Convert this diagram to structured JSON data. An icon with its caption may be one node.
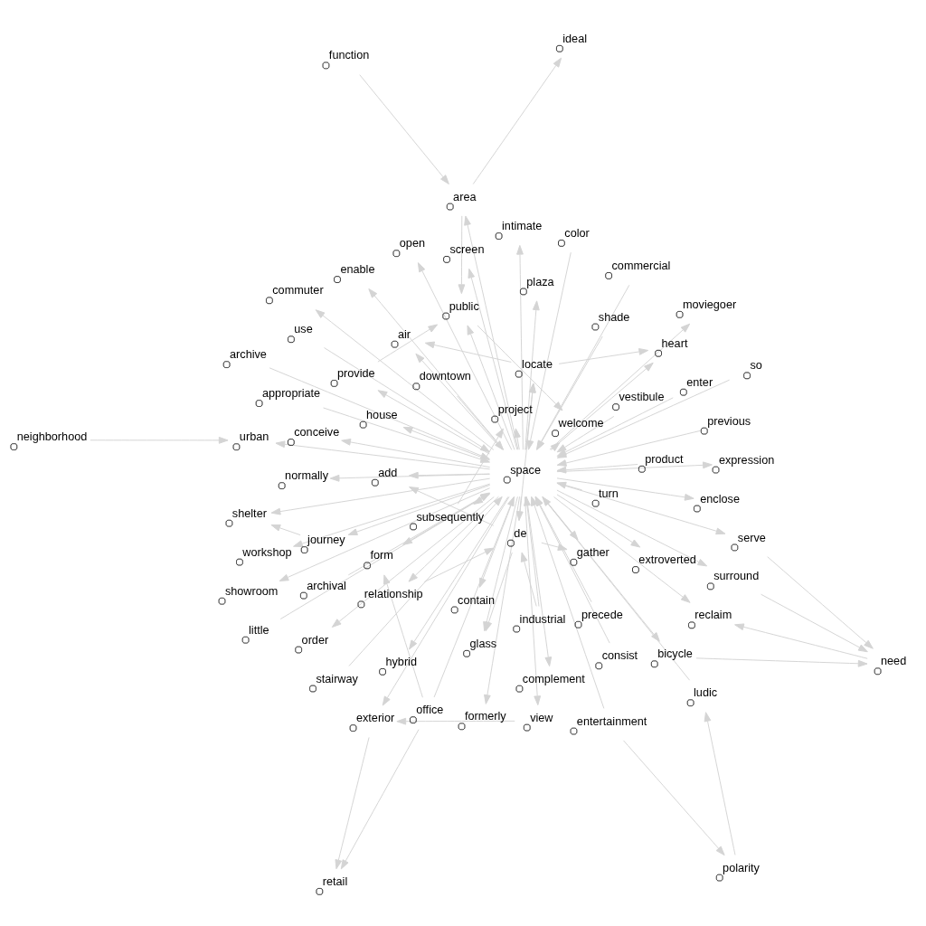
{
  "diagram": {
    "nodes": [
      {
        "text": [
          "shelter"
        ]
      },
      {
        "text": [
          "turn"
        ]
      },
      {
        "text": [
          "formerly"
        ]
      },
      {
        "text": [
          "enable"
        ]
      },
      {
        "text": [
          "view"
        ]
      },
      {
        "text": [
          "journey"
        ]
      },
      {
        "text": [
          "order"
        ]
      },
      {
        "text": [
          "precede"
        ]
      },
      {
        "text": [
          "hybrid"
        ]
      },
      {
        "text": [
          "industrial"
        ]
      },
      {
        "text": [
          "glass"
        ]
      },
      {
        "text": [
          "add"
        ]
      },
      {
        "text": [
          "enclose"
        ]
      },
      {
        "text": [
          "previous"
        ]
      },
      {
        "text": [
          "locate"
        ]
      },
      {
        "text": [
          "consist"
        ]
      },
      {
        "text": [
          "gather"
        ]
      },
      {
        "text": [
          "archive"
        ]
      },
      {
        "text": [
          "neighborhood"
        ]
      },
      {
        "text": [
          "air"
        ]
      },
      {
        "text": [
          "subsequently"
        ]
      },
      {
        "text": [
          "relationship"
        ]
      },
      {
        "text": [
          "project"
        ]
      },
      {
        "text": [
          "de"
        ]
      },
      {
        "text": [
          "open"
        ]
      },
      {
        "text": [
          "complement"
        ]
      },
      {
        "text": [
          "commercial"
        ]
      },
      {
        "text": [
          "house"
        ]
      },
      {
        "text": [
          "exterior"
        ]
      },
      {
        "text": [
          "extroverted"
        ]
      },
      {
        "text": [
          "plaza"
        ]
      },
      {
        "text": [
          "space"
        ]
      },
      {
        "text": [
          "retail"
        ]
      },
      {
        "text": [
          "use"
        ]
      },
      {
        "text": [
          "shade"
        ]
      },
      {
        "text": [
          "contain"
        ]
      },
      {
        "text": [
          "downtown"
        ]
      },
      {
        "text": [
          "area"
        ]
      },
      {
        "text": [
          "provide"
        ]
      },
      {
        "text": [
          "urban"
        ]
      },
      {
        "text": [
          "public"
        ]
      },
      {
        "text": [
          "reclaim"
        ]
      },
      {
        "text": [
          "conceive"
        ]
      },
      {
        "text": [
          "so"
        ]
      },
      {
        "text": [
          "welcome"
        ]
      },
      {
        "text": [
          "entertainment"
        ]
      },
      {
        "text": [
          "polarity"
        ]
      },
      {
        "text": [
          "ludic"
        ]
      },
      {
        "text": [
          "expression"
        ]
      },
      {
        "text": [
          "office"
        ]
      },
      {
        "text": [
          "normally"
        ]
      },
      {
        "text": [
          "heart"
        ]
      },
      {
        "text": [
          "ideal"
        ]
      },
      {
        "text": [
          "screen"
        ]
      },
      {
        "text": [
          "color"
        ]
      },
      {
        "text": [
          "bicycle"
        ]
      },
      {
        "text": [
          "little"
        ]
      },
      {
        "text": [
          "commuter"
        ]
      },
      {
        "text": [
          "enter"
        ]
      },
      {
        "text": [
          "appropriate"
        ]
      },
      {
        "text": [
          "function"
        ]
      },
      {
        "text": [
          "surround"
        ]
      },
      {
        "text": [
          "showroom"
        ]
      },
      {
        "text": [
          "moviegoer"
        ]
      },
      {
        "text": [
          "product"
        ]
      },
      {
        "text": [
          "archival"
        ]
      },
      {
        "text": [
          "vestibule"
        ]
      },
      {
        "text": [
          "serve"
        ]
      },
      {
        "text": [
          "need"
        ]
      },
      {
        "text": [
          "workshop"
        ]
      },
      {
        "text": [
          "stairway"
        ]
      },
      {
        "text": [
          "intimate"
        ]
      },
      {
        "text": [
          "form"
        ]
      }
    ],
    "edges": [
      {
        "from": 31,
        "to": 0,
        "arrow": "to"
      },
      {
        "from": 31,
        "to": 4,
        "arrow": "to"
      },
      {
        "from": 31,
        "to": 2,
        "arrow": "to"
      },
      {
        "from": 31,
        "to": 3,
        "arrow": "to"
      },
      {
        "from": 31,
        "to": 5,
        "arrow": "to"
      },
      {
        "from": 31,
        "to": 6,
        "arrow": "to"
      },
      {
        "from": 31,
        "to": 8,
        "arrow": "to"
      },
      {
        "from": 31,
        "to": 10,
        "arrow": "to"
      },
      {
        "from": 31,
        "to": 11,
        "arrow": "to"
      },
      {
        "from": 31,
        "to": 12,
        "arrow": "to"
      },
      {
        "from": 31,
        "to": 16,
        "arrow": "to"
      },
      {
        "from": 31,
        "to": 14,
        "arrow": "to"
      },
      {
        "from": 31,
        "to": 19,
        "arrow": "to"
      },
      {
        "from": 31,
        "to": 23,
        "arrow": "to"
      },
      {
        "from": 31,
        "to": 20,
        "arrow": "to"
      },
      {
        "from": 31,
        "to": 24,
        "arrow": "to"
      },
      {
        "from": 31,
        "to": 25,
        "arrow": "to"
      },
      {
        "from": 31,
        "to": 27,
        "arrow": "to"
      },
      {
        "from": 31,
        "to": 28,
        "arrow": "to"
      },
      {
        "from": 31,
        "to": 29,
        "arrow": "to"
      },
      {
        "from": 31,
        "to": 35,
        "arrow": "to"
      },
      {
        "from": 31,
        "to": 42,
        "arrow": "to"
      },
      {
        "from": 31,
        "to": 50,
        "arrow": "to"
      },
      {
        "from": 31,
        "to": 62,
        "arrow": "to"
      },
      {
        "from": 31,
        "to": 57,
        "arrow": "to"
      },
      {
        "from": 31,
        "to": 63,
        "arrow": "to"
      },
      {
        "from": 31,
        "to": 67,
        "arrow": "to"
      },
      {
        "from": 31,
        "to": 69,
        "arrow": "to"
      },
      {
        "from": 31,
        "to": 71,
        "arrow": "to"
      },
      {
        "from": 31,
        "to": 51,
        "arrow": "to"
      },
      {
        "from": 31,
        "to": 55,
        "arrow": "to"
      },
      {
        "from": 31,
        "to": 53,
        "arrow": "to"
      },
      {
        "from": 31,
        "to": 61,
        "arrow": "to"
      },
      {
        "from": 31,
        "to": 48,
        "arrow": "to"
      },
      {
        "from": 31,
        "to": 44,
        "arrow": "to"
      },
      {
        "from": 31,
        "to": 40,
        "arrow": "to"
      },
      {
        "from": 31,
        "to": 39,
        "arrow": "to"
      },
      {
        "from": 31,
        "to": 41,
        "arrow": "to"
      },
      {
        "from": 31,
        "to": 37,
        "arrow": "to"
      },
      {
        "from": 31,
        "to": 38,
        "arrow": "to"
      },
      {
        "from": 31,
        "to": 72,
        "arrow": "to"
      },
      {
        "from": 31,
        "to": 30,
        "arrow": "to"
      },
      {
        "from": 31,
        "to": 21,
        "arrow": "to"
      },
      {
        "from": 31,
        "to": 22,
        "arrow": "to"
      },
      {
        "from": 1,
        "to": 31,
        "arrow": "to"
      },
      {
        "from": 7,
        "to": 31,
        "arrow": "to"
      },
      {
        "from": 9,
        "to": 31,
        "arrow": "to"
      },
      {
        "from": 13,
        "to": 31,
        "arrow": "to"
      },
      {
        "from": 15,
        "to": 31,
        "arrow": "to"
      },
      {
        "from": 17,
        "to": 31,
        "arrow": "to"
      },
      {
        "from": 26,
        "to": 31,
        "arrow": "to"
      },
      {
        "from": 33,
        "to": 31,
        "arrow": "to"
      },
      {
        "from": 34,
        "to": 31,
        "arrow": "to"
      },
      {
        "from": 36,
        "to": 31,
        "arrow": "to"
      },
      {
        "from": 45,
        "to": 31,
        "arrow": "to"
      },
      {
        "from": 47,
        "to": 31,
        "arrow": "to"
      },
      {
        "from": 54,
        "to": 31,
        "arrow": "to"
      },
      {
        "from": 56,
        "to": 31,
        "arrow": "to"
      },
      {
        "from": 58,
        "to": 31,
        "arrow": "to"
      },
      {
        "from": 70,
        "to": 31,
        "arrow": "to"
      },
      {
        "from": 49,
        "to": 31,
        "arrow": "to"
      },
      {
        "from": 65,
        "to": 31,
        "arrow": "to"
      },
      {
        "from": 66,
        "to": 31,
        "arrow": "to"
      },
      {
        "from": 64,
        "to": 31,
        "arrow": "to"
      },
      {
        "from": 59,
        "to": 31,
        "arrow": "to"
      },
      {
        "from": 43,
        "to": 31,
        "arrow": "to"
      },
      {
        "from": 5,
        "to": 0,
        "arrow": "to"
      },
      {
        "from": 4,
        "to": 28,
        "arrow": "to"
      },
      {
        "from": 23,
        "to": 10,
        "arrow": "to"
      },
      {
        "from": 23,
        "to": 11,
        "arrow": "to"
      },
      {
        "from": 23,
        "to": 14,
        "arrow": "to"
      },
      {
        "from": 23,
        "to": 16,
        "arrow": "to"
      },
      {
        "from": 9,
        "to": 23,
        "arrow": "to"
      },
      {
        "from": 20,
        "to": 22,
        "arrow": "to"
      },
      {
        "from": 18,
        "to": 39,
        "arrow": "to"
      },
      {
        "from": 28,
        "to": 32,
        "arrow": "to"
      },
      {
        "from": 49,
        "to": 32,
        "arrow": "to"
      },
      {
        "from": 45,
        "to": 46,
        "arrow": "to"
      },
      {
        "from": 46,
        "to": 47,
        "arrow": "to"
      },
      {
        "from": 60,
        "to": 37,
        "arrow": "to"
      },
      {
        "from": 49,
        "to": 72,
        "arrow": "to"
      },
      {
        "from": 67,
        "to": 68,
        "arrow": "to"
      },
      {
        "from": 61,
        "to": 68,
        "arrow": "to"
      },
      {
        "from": 55,
        "to": 68,
        "arrow": "to"
      },
      {
        "from": 68,
        "to": 41,
        "arrow": "to"
      },
      {
        "from": 14,
        "to": 51,
        "arrow": "to"
      },
      {
        "from": 37,
        "to": 52,
        "arrow": "to"
      },
      {
        "from": 40,
        "to": 44,
        "arrow": "to"
      },
      {
        "from": 38,
        "to": 40,
        "arrow": "to"
      },
      {
        "from": 37,
        "to": 40,
        "arrow": "to"
      },
      {
        "from": 14,
        "to": 19,
        "arrow": "to"
      },
      {
        "from": 21,
        "to": 23,
        "arrow": "to"
      }
    ]
  }
}
